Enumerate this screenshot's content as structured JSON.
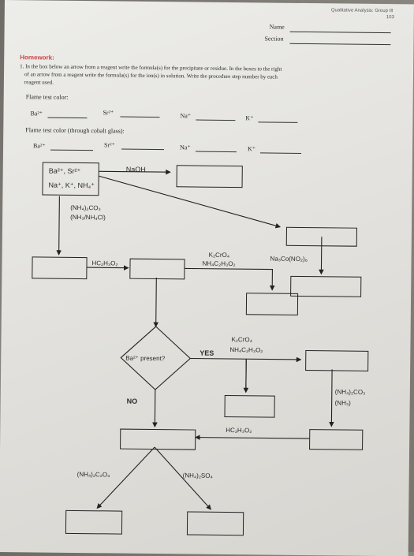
{
  "header": {
    "running_head": "Qualitative Analysis: Group III",
    "page_number": "103",
    "name_label": "Name",
    "section_label": "Section"
  },
  "homework": {
    "title": "Homework:",
    "instruction_line1": "1. In the box below an arrow from a reagent write the formula(s) for the precipitate or residue. In the boxes to the right",
    "instruction_line2": "of an arrow from a reagent write the formula(s) for the ion(s) in solution. Write the procedure step number by each",
    "instruction_line3": "reagent used."
  },
  "flame_test": {
    "label": "Flame test color:",
    "ions": [
      "Ba²⁺",
      "Sr²⁺",
      "Na⁺",
      "K⁺"
    ]
  },
  "flame_test_cobalt": {
    "label": "Flame test color (through cobalt glass):",
    "ions": [
      "Ba²⁺",
      "Sr²⁺",
      "Na⁺",
      "K⁺"
    ]
  },
  "flowchart": {
    "start_line1": "Ba²⁺, Sr²⁺",
    "start_line2": "Na⁺, K⁺, NH₄⁺",
    "naoh": "NaOH",
    "reagent_nh4co3": "(NH₄)₂CO₃",
    "reagent_nh3": "(NH₃/NH₄Cl)",
    "hc2h3o2_top": "HC₂H₃O₂",
    "k2cro4_top": "K₂CrO₄",
    "nh4c2h3o2_top": "NH₄C₂H₃O₂",
    "na3cono2": "Na₃Co(NO₂)₆",
    "k2cro4_mid": "K₂CrO₄",
    "nh4c2h3o2_mid": "NH₄C₂H₃O₂",
    "yes": "YES",
    "no": "NO",
    "decision": "Ba²⁺ present?",
    "nh4co3_right": "(NH₄)₂CO₃",
    "nh3_right": "(NH₃)",
    "hc2h3o2_bottom": "HC₂H₃O₂",
    "oxalate": "(NH₄)₂C₂O₄",
    "sulfate": "(NH₄)₂SO₄"
  }
}
